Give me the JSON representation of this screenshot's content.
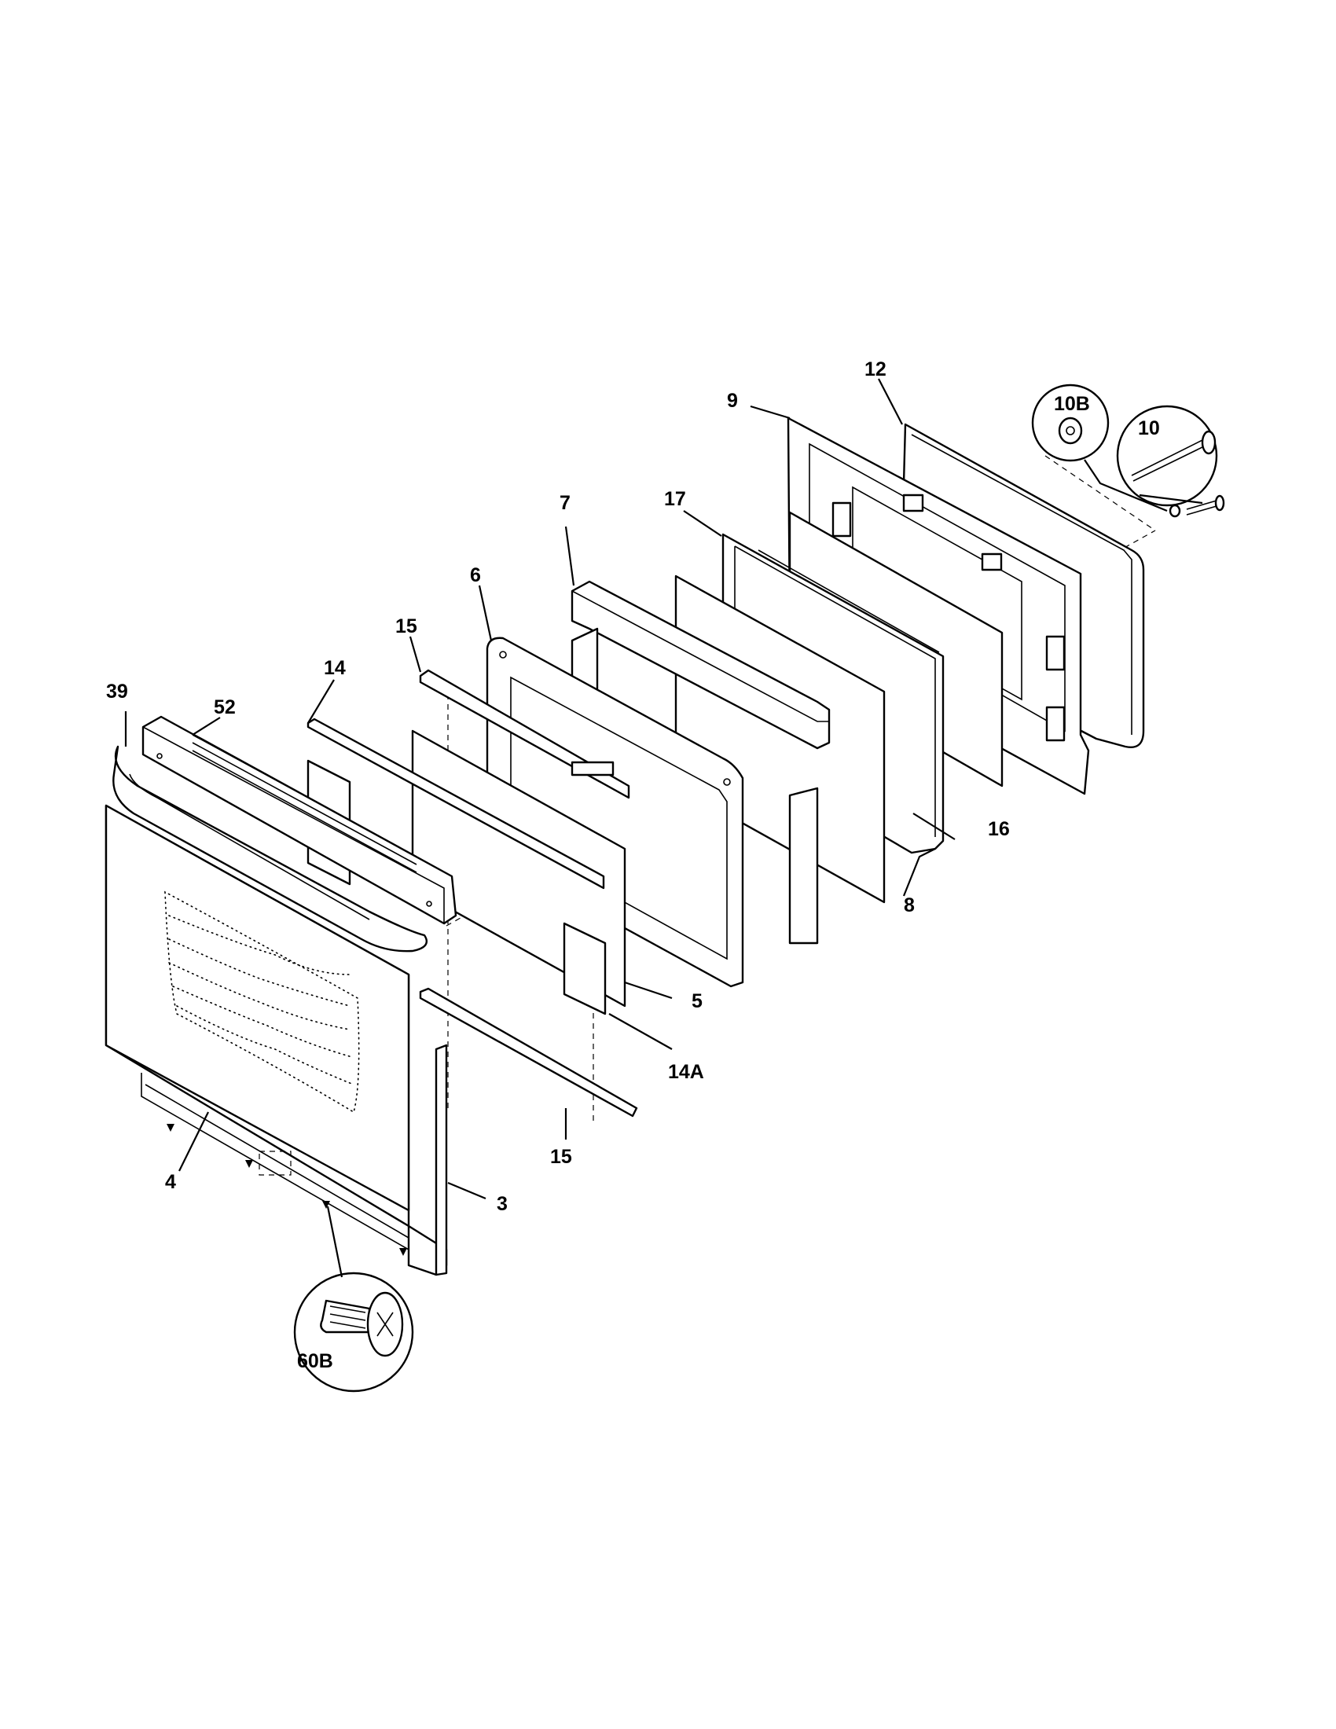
{
  "diagram": {
    "labels": {
      "p3": "3",
      "p4": "4",
      "p5": "5",
      "p6": "6",
      "p7": "7",
      "p8": "8",
      "p9": "9",
      "p10": "10",
      "p10b": "10B",
      "p12": "12",
      "p14": "14",
      "p14a": "14A",
      "p15_top": "15",
      "p15_bottom": "15",
      "p16": "16",
      "p17": "17",
      "p39": "39",
      "p52": "52",
      "p60b": "60B"
    }
  }
}
